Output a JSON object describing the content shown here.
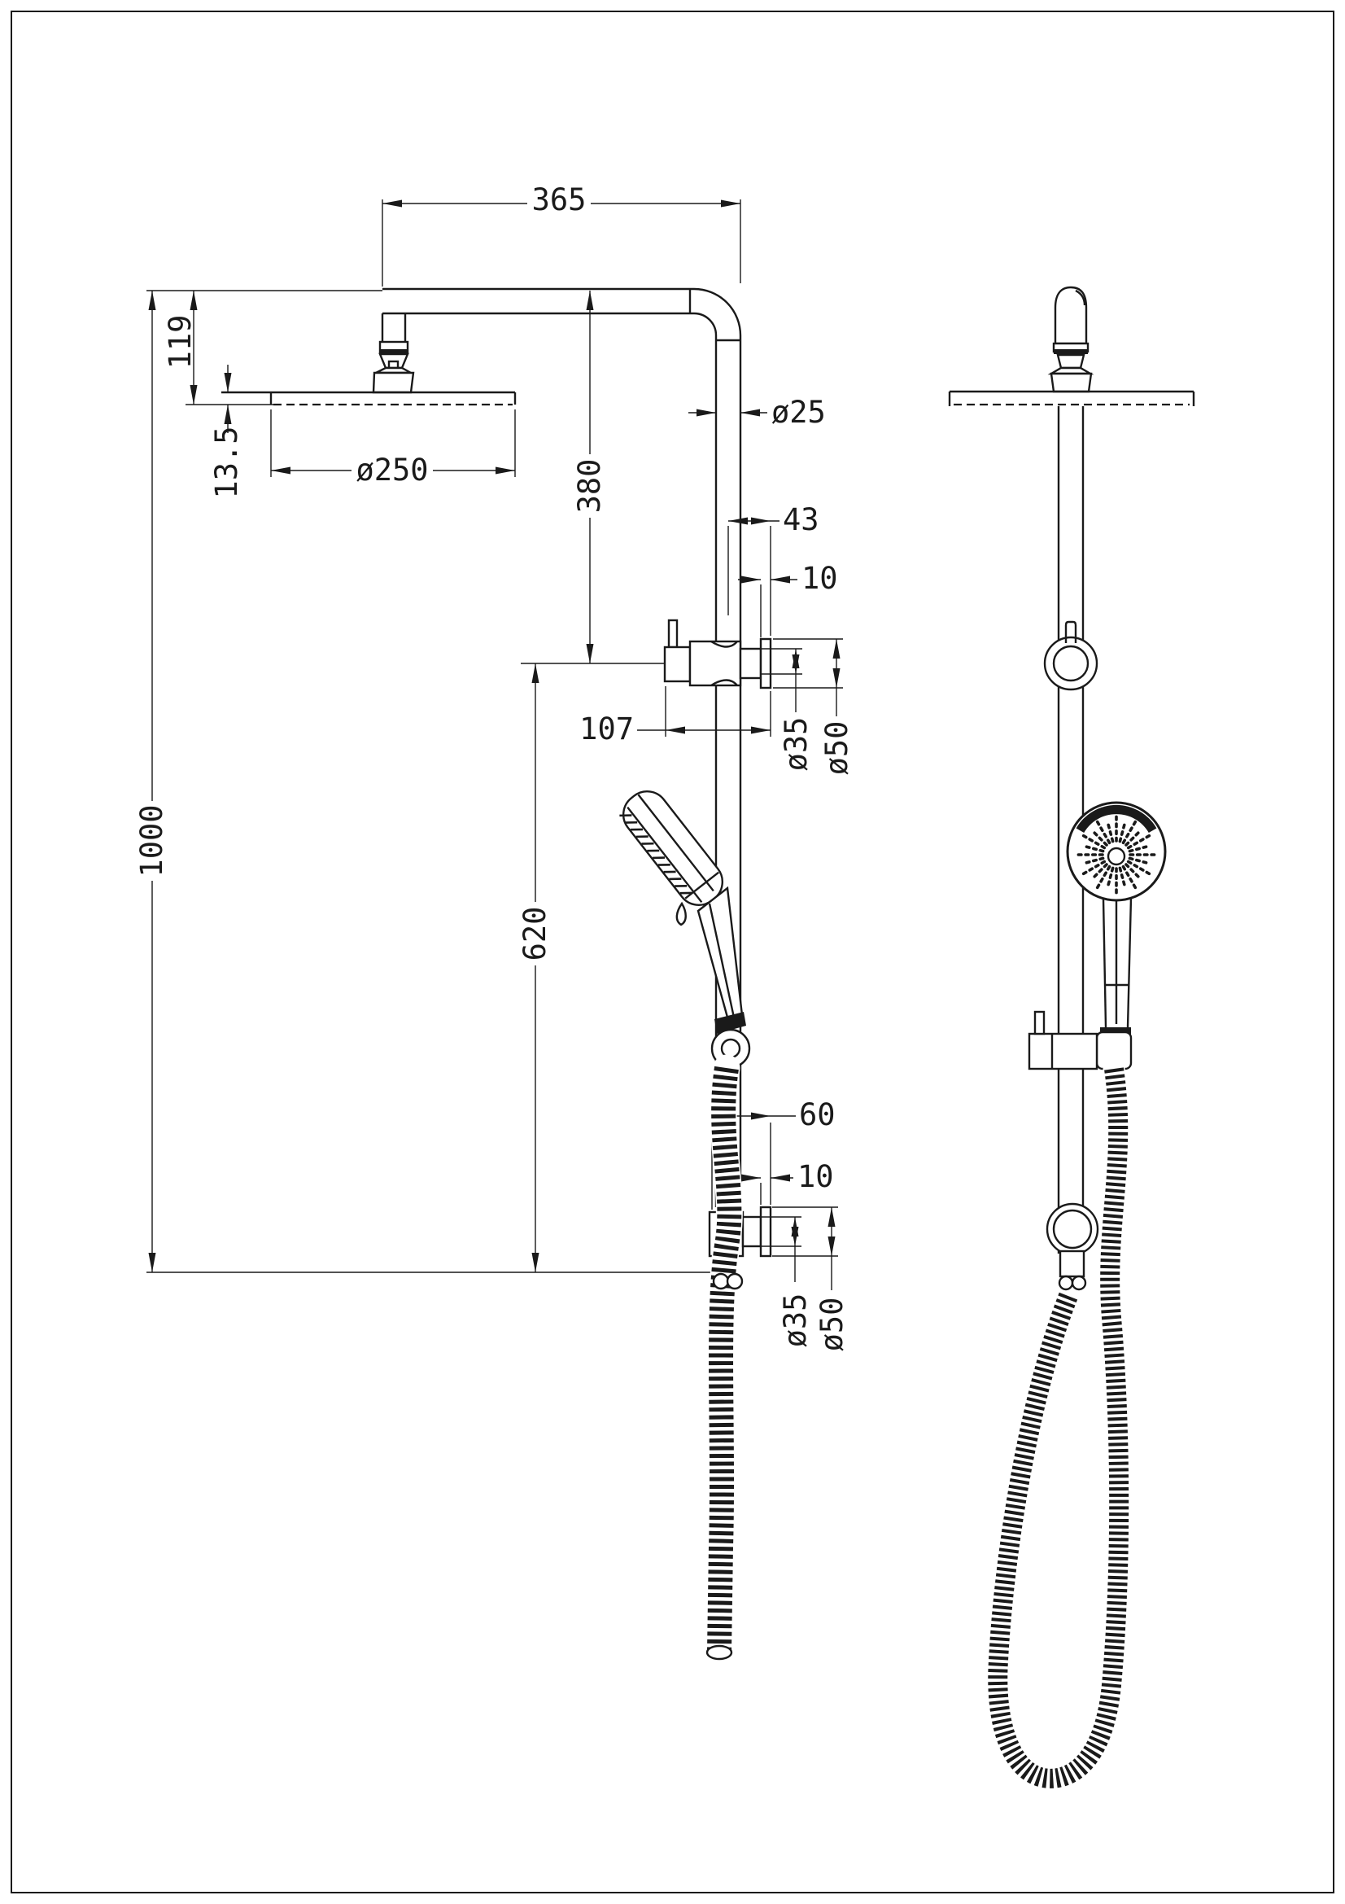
{
  "drawing": {
    "background_color": "#ffffff",
    "line_color": "#1a1a1a",
    "front_view": {
      "arm_reach": "365",
      "head_to_arm_top": "119",
      "head_thickness": "13.5",
      "head_diameter": "ø250",
      "pipe_diameter": "ø25",
      "arm_to_diverter": "380",
      "diverter_wall_offset": "43",
      "upper_plate_thickness": "10",
      "diverter_width": "107",
      "upper_collar_diameter": "ø35",
      "upper_flange_diameter": "ø50",
      "total_height": "1000",
      "diverter_to_inlet": "620",
      "lower_bracket_width": "60",
      "lower_plate_thickness": "10",
      "lower_collar_diameter": "ø35",
      "lower_flange_diameter": "ø50"
    }
  }
}
